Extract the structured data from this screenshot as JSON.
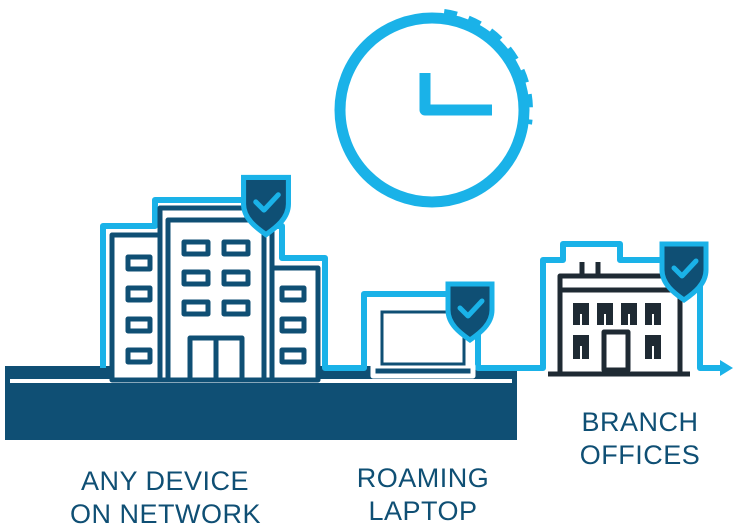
{
  "labels": {
    "any_device": [
      "ANY DEVICE",
      "ON NETWORK"
    ],
    "roaming": [
      "ROAMING",
      "LAPTOP"
    ],
    "branch": [
      "BRANCH",
      "OFFICES"
    ]
  },
  "icons": {
    "clock": "clock-icon",
    "shield": "shield-check-icon",
    "building": "office-building-icon",
    "laptop": "laptop-icon",
    "branch": "branch-office-icon"
  },
  "colors": {
    "navy": "#0f4f74",
    "cyan": "#1ab2e8",
    "outline": "#ffffff"
  }
}
